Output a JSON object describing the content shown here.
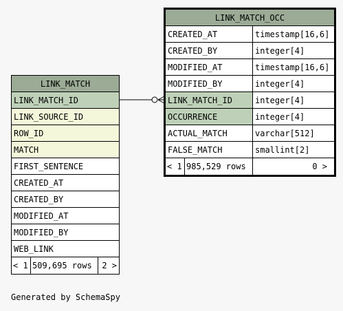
{
  "link_match": {
    "title": "LINK_MATCH",
    "columns": [
      {
        "name": "LINK_MATCH_ID",
        "role": "pk"
      },
      {
        "name": "LINK_SOURCE_ID",
        "role": "fk"
      },
      {
        "name": "ROW_ID",
        "role": "fk"
      },
      {
        "name": "MATCH",
        "role": "fk"
      },
      {
        "name": "FIRST_SENTENCE",
        "role": "plain"
      },
      {
        "name": "CREATED_AT",
        "role": "plain"
      },
      {
        "name": "CREATED_BY",
        "role": "plain"
      },
      {
        "name": "MODIFIED_AT",
        "role": "plain"
      },
      {
        "name": "MODIFIED_BY",
        "role": "plain"
      },
      {
        "name": "WEB_LINK",
        "role": "plain"
      }
    ],
    "footer": {
      "left": "< 1",
      "rows": "509,695 rows",
      "right": "2 >"
    }
  },
  "link_match_occ": {
    "title": "LINK_MATCH_OCC",
    "columns": [
      {
        "name": "CREATED_AT",
        "type": "timestamp[16,6]",
        "role": "plain"
      },
      {
        "name": "CREATED_BY",
        "type": "integer[4]",
        "role": "plain"
      },
      {
        "name": "MODIFIED_AT",
        "type": "timestamp[16,6]",
        "role": "plain"
      },
      {
        "name": "MODIFIED_BY",
        "type": "integer[4]",
        "role": "plain"
      },
      {
        "name": "LINK_MATCH_ID",
        "type": "integer[4]",
        "role": "pk"
      },
      {
        "name": "OCCURRENCE",
        "type": "integer[4]",
        "role": "pk"
      },
      {
        "name": "ACTUAL_MATCH",
        "type": "varchar[512]",
        "role": "plain"
      },
      {
        "name": "FALSE_MATCH",
        "type": "smallint[2]",
        "role": "plain"
      }
    ],
    "footer": {
      "left": "< 1",
      "rows": "985,529 rows",
      "right": "0 >"
    }
  },
  "caption": "Generated by SchemaSpy",
  "colors": {
    "header": "#9bab96",
    "pk": "#bed1b8",
    "fk": "#f4f7da",
    "background": "#f7f7f7"
  }
}
